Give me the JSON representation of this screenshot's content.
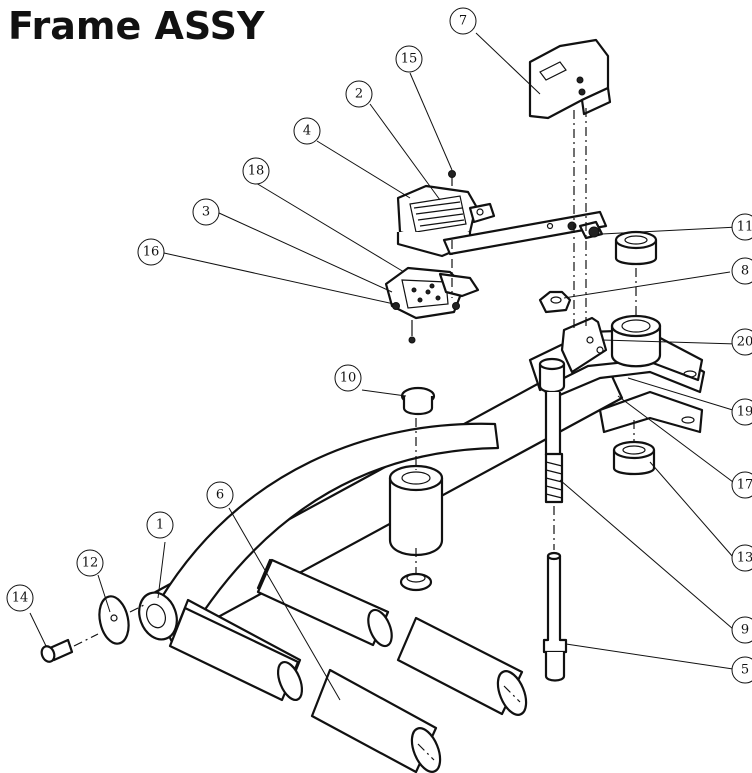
{
  "title": "Frame ASSY",
  "callouts": [
    "1",
    "2",
    "3",
    "4",
    "5",
    "6",
    "7",
    "8",
    "9",
    "10",
    "11",
    "12",
    "13",
    "14",
    "15",
    "16",
    "17",
    "18",
    "19",
    "20"
  ]
}
